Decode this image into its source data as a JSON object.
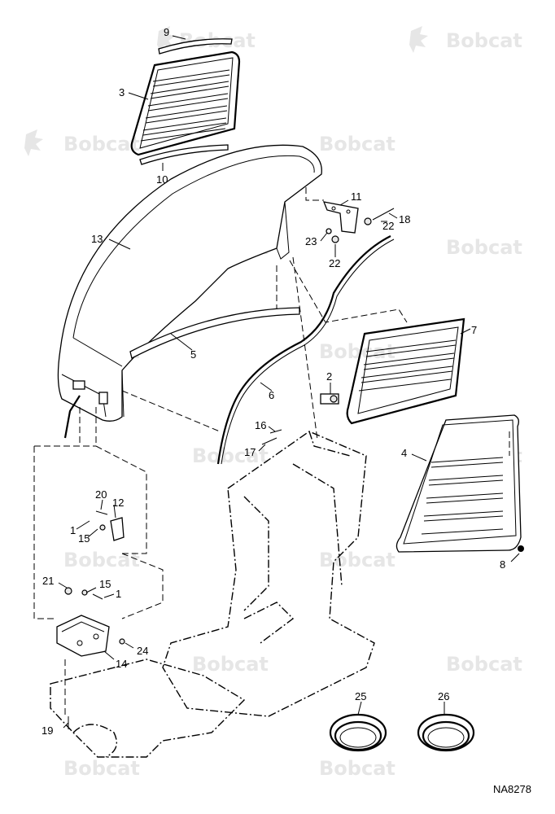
{
  "watermark": {
    "text": "Bobcat"
  },
  "figure_id": "NA8278",
  "callouts": [
    "9",
    "3",
    "10",
    "11",
    "18",
    "22",
    "23",
    "22",
    "13",
    "5",
    "7",
    "2",
    "6",
    "16",
    "17",
    "4",
    "8",
    "20",
    "12",
    "1",
    "15",
    "21",
    "15",
    "1",
    "24",
    "14",
    "19",
    "25",
    "26"
  ]
}
